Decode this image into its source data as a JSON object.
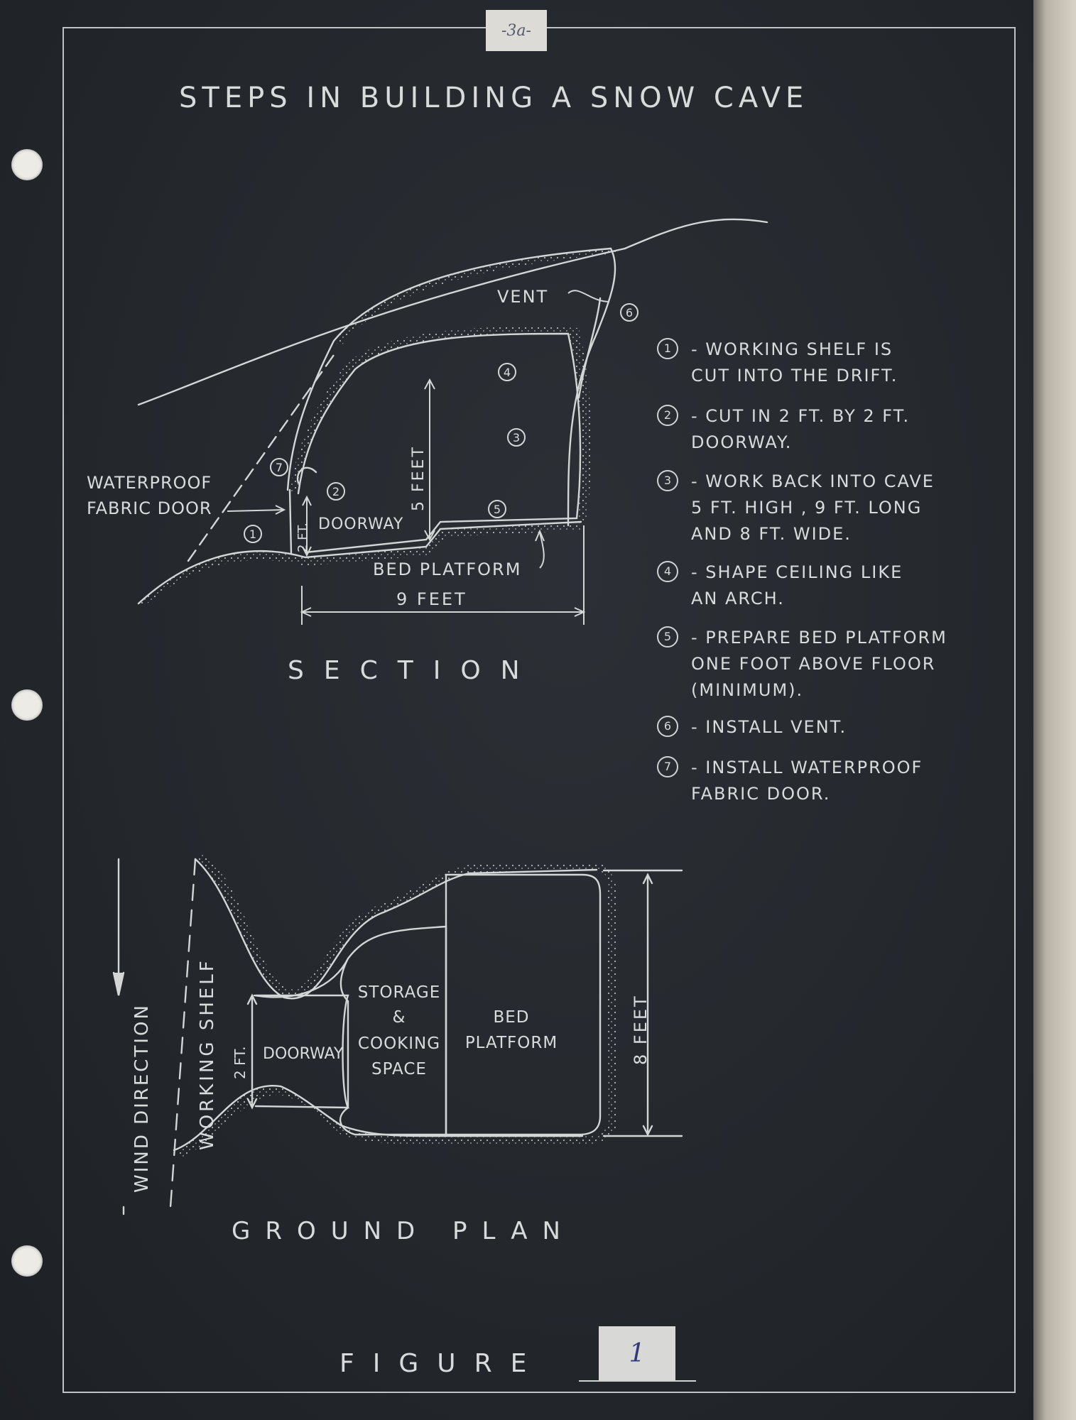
{
  "page_tag": "-3a-",
  "title": "STEPS IN BUILDING A SNOW CAVE",
  "section": {
    "caption": "SECTION",
    "labels": {
      "vent": "VENT",
      "waterproof_door": "WATERPROOF\nFABRIC DOOR",
      "doorway": "DOORWAY",
      "two_ft": "2 FT.",
      "five_feet": "5 FEET",
      "bed_platform": "BED PLATFORM",
      "nine_feet": "9 FEET"
    },
    "markers": [
      "1",
      "2",
      "3",
      "4",
      "5",
      "6",
      "7"
    ]
  },
  "steps": [
    {
      "num": "1",
      "text": "- WORKING SHELF IS\nCUT INTO THE DRIFT."
    },
    {
      "num": "2",
      "text": "- CUT IN 2 FT. BY 2 FT.\nDOORWAY."
    },
    {
      "num": "3",
      "text": "- WORK BACK INTO CAVE\n5 FT. HIGH , 9 FT. LONG\nAND 8 FT. WIDE."
    },
    {
      "num": "4",
      "text": "- SHAPE CEILING LIKE\nAN ARCH."
    },
    {
      "num": "5",
      "text": "- PREPARE BED PLATFORM\nONE FOOT ABOVE FLOOR\n(MINIMUM)."
    },
    {
      "num": "6",
      "text": "- INSTALL VENT."
    },
    {
      "num": "7",
      "text": "- INSTALL WATERPROOF\nFABRIC DOOR."
    }
  ],
  "ground_plan": {
    "caption": "GROUND PLAN",
    "labels": {
      "wind_direction": "WIND DIRECTION",
      "working_shelf": "WORKING SHELF",
      "two_ft": "2 FT.",
      "doorway": "DOORWAY",
      "storage_1": "STORAGE",
      "storage_2": "&",
      "storage_3": "COOKING",
      "storage_4": "SPACE",
      "bed_1": "BED",
      "bed_2": "PLATFORM",
      "eight_feet": "8 FEET"
    }
  },
  "figure_label": "FIGURE",
  "figure_number": "1",
  "colors": {
    "board": "#262a2f",
    "chalk": "#d9dbdb",
    "paper_edge": "#cfc9bd"
  }
}
